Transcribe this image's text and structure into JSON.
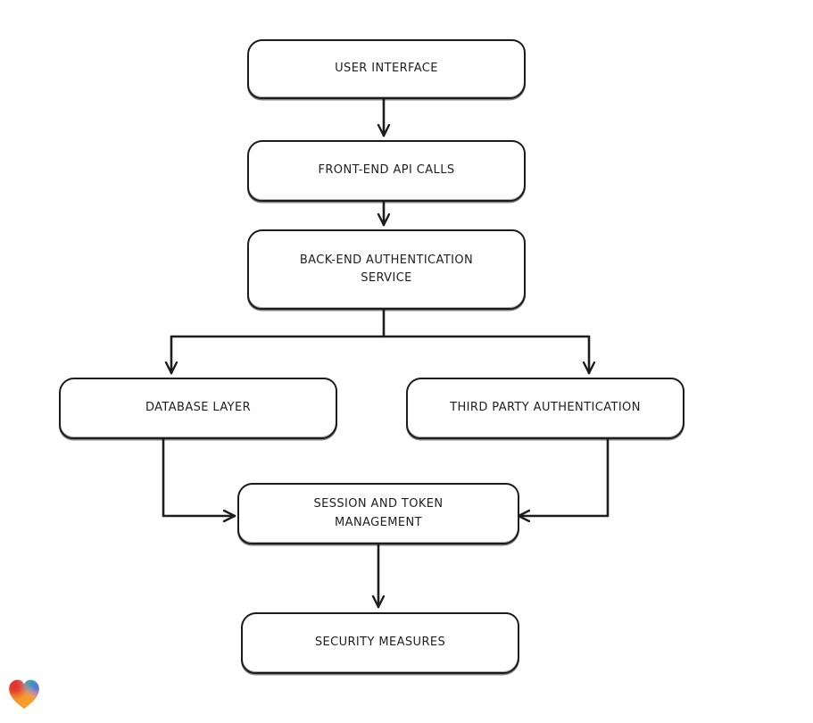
{
  "page": {
    "background_color": "#ffffff"
  },
  "diagram": {
    "type": "flowchart",
    "stroke_color": "#1d1d1d",
    "node_fill_color": "#ffffff",
    "text_color": "#1f1f1f",
    "nodes": [
      {
        "id": "user-interface",
        "label": "USER INTERFACE"
      },
      {
        "id": "front-end-api-calls",
        "label": "FRONT-END API CALLS"
      },
      {
        "id": "back-end-authentication-service",
        "label": "BACK-END AUTHENTICATION SERVICE"
      },
      {
        "id": "database-layer",
        "label": "DATABASE LAYER"
      },
      {
        "id": "third-party-authentication",
        "label": "THIRD PARTY AUTHENTICATION"
      },
      {
        "id": "session-and-token-management",
        "label": "SESSION AND TOKEN MANAGEMENT"
      },
      {
        "id": "security-measures",
        "label": "SECURITY MEASURES"
      }
    ],
    "edges": [
      {
        "from": "user-interface",
        "to": "front-end-api-calls"
      },
      {
        "from": "front-end-api-calls",
        "to": "back-end-authentication-service"
      },
      {
        "from": "back-end-authentication-service",
        "to": "database-layer"
      },
      {
        "from": "back-end-authentication-service",
        "to": "third-party-authentication"
      },
      {
        "from": "database-layer",
        "to": "session-and-token-management"
      },
      {
        "from": "third-party-authentication",
        "to": "session-and-token-management"
      },
      {
        "from": "session-and-token-management",
        "to": "security-measures"
      }
    ]
  },
  "logo": {
    "name": "heart-logo",
    "colors": {
      "red": "#e6352b",
      "teal": "#27a3b4",
      "blue": "#3e6de0",
      "orange": "#f59e2c"
    }
  }
}
